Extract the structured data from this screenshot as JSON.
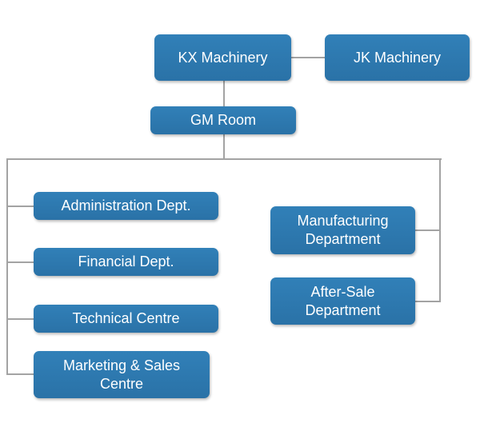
{
  "chart": {
    "colors": {
      "node_fill": "#2d77ad",
      "node_text": "#ffffff",
      "connector": "#a3a3a3",
      "background": "#ffffff"
    },
    "nodes": {
      "kx": "KX Machinery",
      "jk": "JK Machinery",
      "gm": "GM Room",
      "admin": "Administration Dept.",
      "financial": "Financial Dept.",
      "technical": "Technical Centre",
      "marketing": "Marketing & Sales\nCentre",
      "manufacturing": "Manufacturing\nDepartment",
      "aftersale": "After-Sale\nDepartment"
    }
  }
}
